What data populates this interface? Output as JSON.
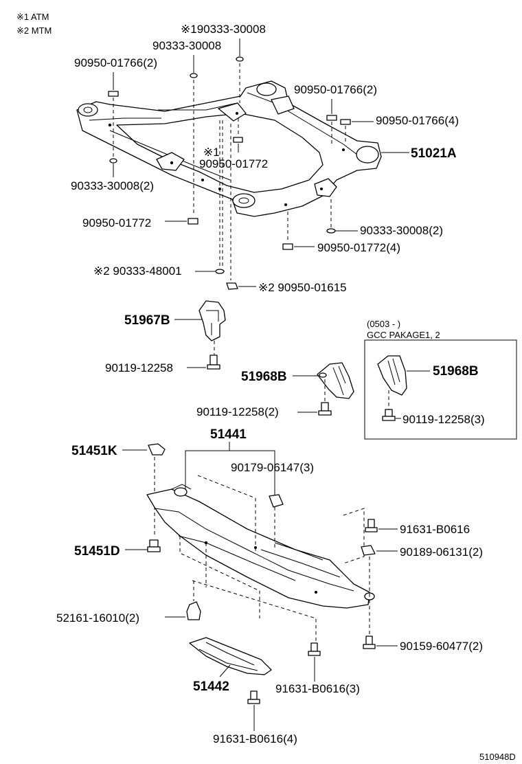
{
  "legend": {
    "atm": "※1  ATM",
    "mtm": "※2  MTM"
  },
  "frame": {
    "label_51021A": "51021A",
    "p_30008_mark1": "※190333-30008",
    "p_30008_a": "90333-30008",
    "p_01766_2_left": "90950-01766(2)",
    "p_01766_2_right": "90950-01766(2)",
    "p_01766_4": "90950-01766(4)",
    "p_01772_mark": "※1",
    "p_01772_b": "90950-01772",
    "p_30008_2_left": "90333-30008(2)",
    "p_01772_left": "90950-01772",
    "p_30008_2_right": "90333-30008(2)",
    "p_01772_4": "90950-01772(4)",
    "p_48001": "※2 90333-48001",
    "p_01615": "※2 90950-01615"
  },
  "brackets": {
    "label_51967B": "51967B",
    "bolt_51967B": "90119-12258",
    "label_51968B": "51968B",
    "bolt_51968B": "90119-12258(2)"
  },
  "inset": {
    "date": "(0503 -      )",
    "package": "GCC PAKAGE1, 2",
    "label": "51968B",
    "bolt": "90119-12258(3)"
  },
  "undercover": {
    "label_51441": "51441",
    "label_51451K": "51451K",
    "label_51451D": "51451D",
    "p_06147": "90179-06147(3)",
    "p_B0616_a": "91631-B0616",
    "p_06131": "90189-06131(2)",
    "p_16010": "52161-16010(2)",
    "p_60477": "90159-60477(2)",
    "label_51442": "51442",
    "p_B0616_3": "91631-B0616(3)",
    "p_B0616_4": "91631-B0616(4)"
  },
  "footer": {
    "code": "510948D"
  }
}
